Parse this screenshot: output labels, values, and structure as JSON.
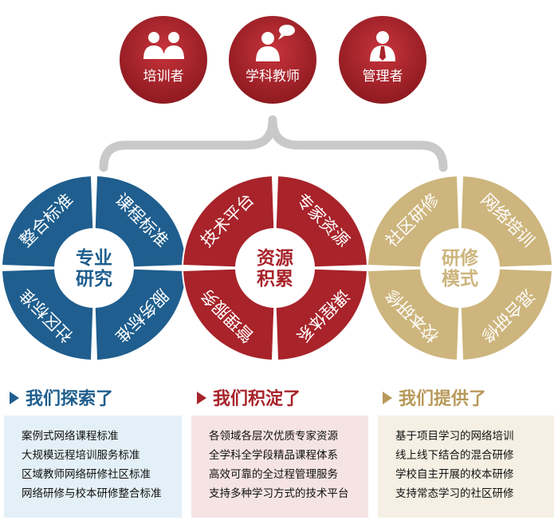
{
  "roles": [
    {
      "label": "培训者",
      "icon": "two-people-icon"
    },
    {
      "label": "学科教师",
      "icon": "teacher-speech-icon"
    },
    {
      "label": "管理者",
      "icon": "manager-icon"
    }
  ],
  "wheels": [
    {
      "center": [
        "专业",
        "研究"
      ],
      "segments": [
        "整合标准",
        "课程标准",
        "服务标准",
        "社区标准"
      ],
      "color": "#1f5e8e"
    },
    {
      "center": [
        "资源",
        "积累"
      ],
      "segments": [
        "技术平台",
        "专家资源",
        "课程体系",
        "管理服务"
      ],
      "color": "#a8232a"
    },
    {
      "center": [
        "研修",
        "模式"
      ],
      "segments": [
        "社区研修",
        "网络培训",
        "混合研修",
        "校本研修"
      ],
      "color": "#cdb57d"
    }
  ],
  "panels": [
    {
      "title": "我们探索了",
      "title_color": "#1f5e8e",
      "box_color": "#e4f0f7",
      "items": [
        "案例式网络课程标准",
        "大规模远程培训服务标准",
        "区域教师网络研修社区标准",
        "网络研修与校本研修整合标准"
      ]
    },
    {
      "title": "我们积淀了",
      "title_color": "#a8232a",
      "box_color": "#f6e4e4",
      "items": [
        "各领域各层次优质专家资源",
        "全学科全学段精品课程体系",
        "高效可靠的全过程管理服务",
        "支持多种学习方式的技术平台"
      ]
    },
    {
      "title": "我们提供了",
      "title_color": "#b8995a",
      "box_color": "#f5f0e3",
      "items": [
        "基于项目学习的网络培训",
        "线上线下结合的混合研修",
        "学校自主开展的校本研修",
        "支持常态学习的社区研修"
      ]
    }
  ]
}
